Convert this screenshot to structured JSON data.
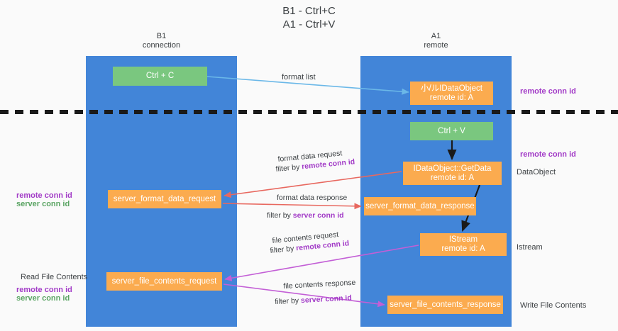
{
  "diagram": {
    "title": "B1 - Ctrl+C\nA1 - Ctrl+V",
    "lanes": [
      {
        "id": "b1",
        "label": "B1\nconnection",
        "color": "#4285d8"
      },
      {
        "id": "a1",
        "label": "A1\nremote",
        "color": "#4285d8"
      }
    ],
    "nodes": {
      "ctrl_c": "Ctrl + C",
      "data_object": "小/ルIDataObject\nremote id: A",
      "ctrl_v": "Ctrl + V",
      "get_data": "IDataObject::GetData\nremote id: A",
      "server_format_data_request": "server_format_data_request",
      "server_format_data_response": "server_format_data_response",
      "istream": "IStream\nremote id: A",
      "server_file_contents_request": "server_file_contents_request",
      "server_file_contents_response": "server_file_contents_response"
    },
    "edge_labels": {
      "format_list": "format list",
      "format_data_request": "format data request",
      "format_data_request_filter_prefix": "filter by ",
      "format_data_request_filter_key": "remote conn id",
      "format_data_response": "format data response",
      "format_data_response_filter_prefix": "filter by ",
      "format_data_response_filter_key": "server conn id",
      "file_contents_request": "file contents request",
      "file_contents_request_filter_prefix": "filter by ",
      "file_contents_request_filter_key": "remote conn id",
      "file_contents_response": "file contents response",
      "file_contents_response_filter_prefix": "filter by ",
      "file_contents_response_filter_key": "server conn id"
    },
    "side_labels": {
      "right_remote_conn_id_top": "remote conn id",
      "right_remote_conn_id_mid": "remote conn id",
      "right_dataobject": "DataObject",
      "right_istream": "Istream",
      "right_write_file_contents": "Write File Contents",
      "left_read_file_contents": "Read File Contents",
      "left_remote_conn_id_1": "remote conn id",
      "left_server_conn_id_1": "server conn id",
      "left_remote_conn_id_2": "remote conn id",
      "left_server_conn_id_2": "server conn id"
    },
    "colors": {
      "lane": "#4285d8",
      "green_node": "#7ac77f",
      "orange_node": "#fbab4f",
      "purple_text": "#a23bc7",
      "green_text": "#5aa463",
      "arrow_blue": "#6bb8e8",
      "arrow_red": "#e8685f",
      "arrow_purple": "#c35fd6",
      "arrow_black": "#1a1a1a",
      "background": "#fafafa",
      "text": "#3c4043"
    }
  }
}
